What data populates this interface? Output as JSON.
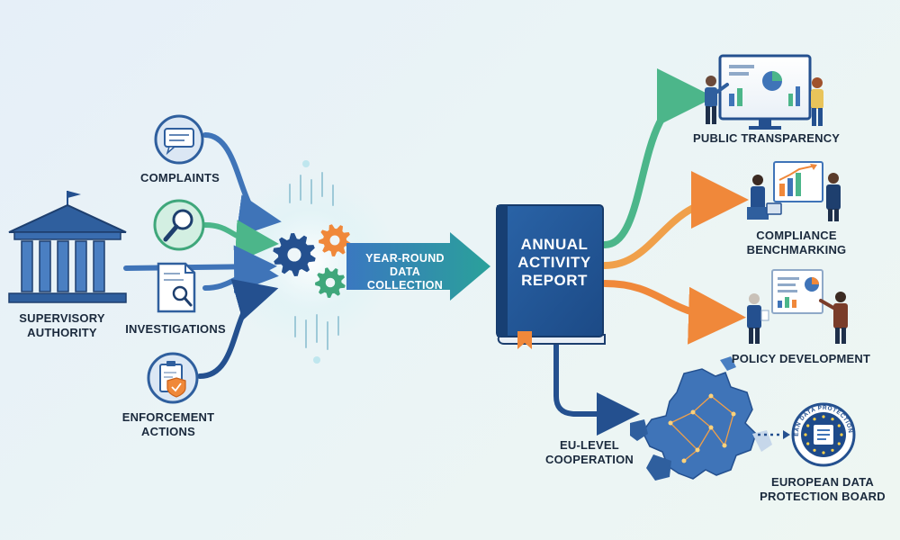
{
  "colors": {
    "blue_dark": "#24508f",
    "blue_mid": "#3f74b8",
    "teal": "#2a9d9a",
    "green": "#4cb68a",
    "orange": "#f0883a",
    "book_blue": "#1f4f8c"
  },
  "icons": [
    "bank-icon",
    "speech-bubble-icon",
    "magnifier-icon",
    "document-search-icon",
    "shield-clipboard-icon",
    "gear-icon",
    "bookmark-icon",
    "monitor-chart-icon",
    "eu-map-icon",
    "seal-icon"
  ],
  "source": {
    "label": "SUPERVISORY AUTHORITY"
  },
  "inputs": {
    "complaints": "COMPLAINTS",
    "investigations": "INVESTIGATIONS",
    "enforcement": "ENFORCEMENT ACTIONS"
  },
  "hub": {
    "band_label": "YEAR-ROUND DATA COLLECTION"
  },
  "report": {
    "title": "ANNUAL ACTIVITY REPORT"
  },
  "outputs": {
    "transparency": "PUBLIC TRANSPARENCY",
    "benchmarking": "COMPLIANCE BENCHMARKING",
    "policy": "POLICY DEVELOPMENT",
    "eu_cooperation": "EU-LEVEL COOPERATION",
    "edpb": "EUROPEAN DATA PROTECTION BOARD",
    "edpb_seal_text": "EUROPEAN DATA PROTECTION BOARD"
  }
}
